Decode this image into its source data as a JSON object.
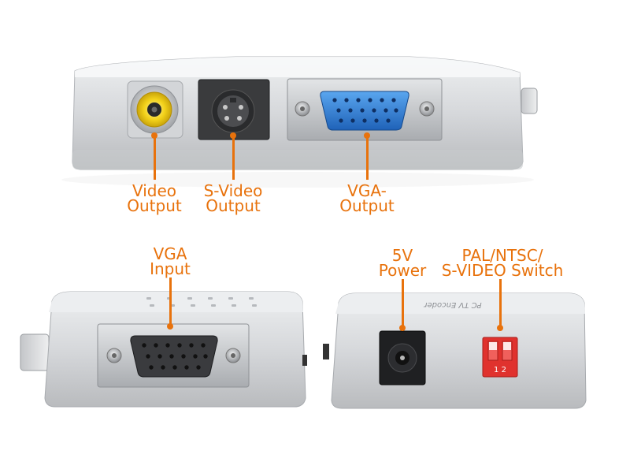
{
  "labels": {
    "video_output": [
      "Video",
      "Output"
    ],
    "svideo_output": [
      "S-Video",
      "Output"
    ],
    "vga_output": [
      "VGA-",
      "Output"
    ],
    "vga_input": [
      "VGA",
      "Input"
    ],
    "power": [
      "5V",
      "Power"
    ],
    "switch": [
      "PAL/NTSC/",
      "S-VIDEO Switch"
    ]
  },
  "device_text": {
    "top_label": "PC TV Encoder",
    "switch_numbers": "1 2"
  },
  "colors": {
    "label_orange": "#e8720c",
    "device_silver": "#d8dadc",
    "rca_yellow": "#f3d21a",
    "vga_blue": "#2f7fd6",
    "dip_red": "#e0322e"
  }
}
